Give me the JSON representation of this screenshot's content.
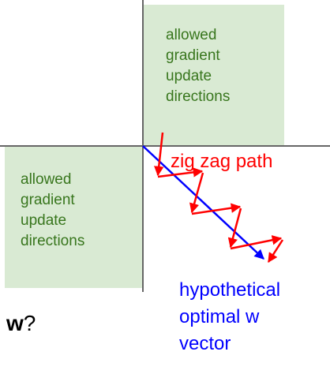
{
  "colors": {
    "region_fill": "#d9ead3",
    "region_text": "#38761d",
    "axis": "#666666",
    "zigzag": "#ff0000",
    "vector": "#0000ff",
    "w_text": "#000000"
  },
  "top_right_region": {
    "lines": [
      "allowed",
      "gradient",
      "update",
      "directions"
    ]
  },
  "bottom_left_region": {
    "lines": [
      "allowed",
      "gradient",
      "update",
      "directions"
    ]
  },
  "zigzag_label": "zig zag path",
  "vector_label": {
    "lines": [
      "hypothetical",
      "optimal w",
      "vector"
    ]
  },
  "w_label": {
    "bold": "w",
    "rest": "?"
  }
}
